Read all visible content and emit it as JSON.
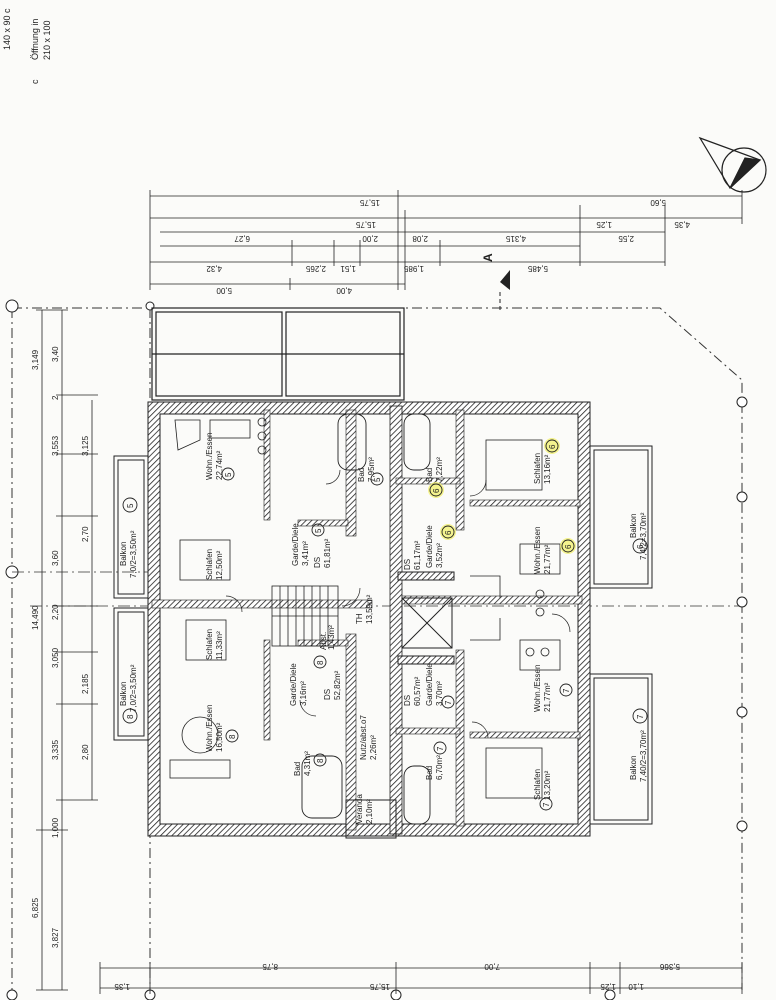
{
  "corner": {
    "l1": "140 x 90 c",
    "l2": "Öffnung in",
    "l3": "210 x 100",
    "mark": "c"
  },
  "section_marker": "A",
  "dims_top": {
    "d1": "15,75",
    "d2": "15,75",
    "d3": "5,60",
    "d4": "1,25",
    "d5": "4,35",
    "d6": "6,27",
    "d7": "2,00",
    "d8": "2,08",
    "d9": "4,315",
    "d10": "2,55",
    "d11": "4,32",
    "d12": "2,265",
    "d13": "1,51",
    "d14": "1,985",
    "d15": "5,485",
    "d16": "5,00",
    "d17": "4,00"
  },
  "dims_left": {
    "d1": "3,149",
    "d2": "3,40",
    "d3": "2",
    "d4": "3,553",
    "d5": "3,125",
    "d6": "3,60",
    "d7": "2,70",
    "d8": "14,490",
    "d9": "2,20",
    "d10": "3,050",
    "d11": "2,185",
    "d12": "3,335",
    "d13": "2,80",
    "d14": "1,000",
    "d15": "6,825",
    "d16": "3,827"
  },
  "dims_bottom": {
    "d1": "1,35",
    "d2": "8,75",
    "d3": "15,75",
    "d4": "7,00",
    "d5": "1,25",
    "d6": "1,10",
    "d7": "5,366"
  },
  "rooms": {
    "wohn5": {
      "l1": "Wohn./Essen",
      "l2": "22,74m²",
      "n": "5"
    },
    "balkon5": {
      "l1": "Balkon",
      "l2": "7,0/2=3,50m²",
      "n": "5"
    },
    "schlafen5": {
      "l1": "Schlafen",
      "l2": "12,50m²"
    },
    "garde5": {
      "l1": "Garde/Diele",
      "l2": "3,41m²",
      "n": "5"
    },
    "bad5": {
      "l1": "Bad",
      "l2": "7,95m²",
      "n": "5"
    },
    "ds5": {
      "l1": "DS",
      "l2": "61,81m²"
    },
    "th": {
      "l1": "TH",
      "l2": "13,59m²"
    },
    "schlafen8": {
      "l1": "Schlafen",
      "l2": "11,33m²"
    },
    "balkon8": {
      "l1": "Balkon",
      "l2": "7,0/2=3,50m²",
      "n": "8"
    },
    "wohn8": {
      "l1": "Wohn./Essen",
      "l2": "16,50m²",
      "n": "8"
    },
    "garde8": {
      "l1": "Garde/Diele",
      "l2": "3,16m²",
      "n": "8"
    },
    "ds8": {
      "l1": "DS",
      "l2": "52,82m²"
    },
    "bad8": {
      "l1": "Bad",
      "l2": "4,31m²",
      "n": "8"
    },
    "abst": {
      "l1": "Abst.",
      "l2": "1,43m²"
    },
    "veranda": {
      "l1": "Veranda",
      "l2": "2,10m²"
    },
    "nutz": {
      "l1": "Nutz/abst.o7",
      "l2": "2,26m²"
    },
    "bad6": {
      "l1": "Bad",
      "l2": "7,22m²",
      "n": "6"
    },
    "schlafen6": {
      "l1": "Schlafen",
      "l2": "13,16m²",
      "n": "6"
    },
    "ds6": {
      "l1": "DS",
      "l2": "61,17m²"
    },
    "garde6": {
      "l1": "Garde/Diele",
      "l2": "3,52m²",
      "n": "6"
    },
    "wohn6": {
      "l1": "Wohn./Essen",
      "l2": "21,77m²",
      "n": "6"
    },
    "balkon6": {
      "l1": "Balkon",
      "l2": "7,4/2=3,70m²",
      "n": "6"
    },
    "ds7": {
      "l1": "DS",
      "l2": "60,57m²"
    },
    "garde7": {
      "l1": "Garde/Diele",
      "l2": "3,70m²",
      "n": "7"
    },
    "wohn7": {
      "l1": "Wohn./Essen",
      "l2": "21,77m²",
      "n": "7"
    },
    "bad7": {
      "l1": "Bad",
      "l2": "6,70m²",
      "n": "7"
    },
    "schlafen7": {
      "l1": "Schlafen",
      "l2": "13,20m²",
      "n": "7"
    },
    "balkon7": {
      "l1": "Balkon",
      "l2": "7,40/2=3,70m²",
      "n": "7"
    }
  },
  "colors": {
    "line": "#222222",
    "highlight": "#f2f06a",
    "paper": "#fbfbf9"
  }
}
